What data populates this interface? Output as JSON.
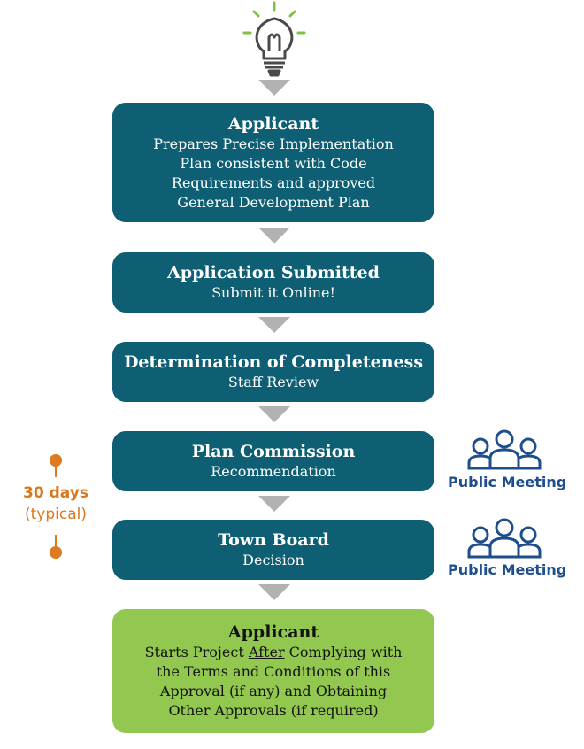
{
  "steps": [
    {
      "title": "Applicant",
      "lines": [
        "Prepares Precise Implementation",
        "Plan consistent with Code",
        "Requirements and approved",
        "General Development Plan"
      ]
    },
    {
      "title": "Application Submitted",
      "lines": [
        "Submit it Online!"
      ]
    },
    {
      "title": "Determination of Completeness",
      "lines": [
        "Staff Review"
      ]
    },
    {
      "title": "Plan Commission",
      "lines": [
        "Recommendation"
      ]
    },
    {
      "title": "Town Board",
      "lines": [
        "Decision"
      ]
    },
    {
      "title": "Applicant",
      "line1_pre": "Starts Project ",
      "line1_underline": "After",
      "line1_post": " Complying with",
      "lines": [
        "the Terms and Conditions of this",
        "Approval (if any) and Obtaining",
        "Other Approvals (if required)"
      ]
    }
  ],
  "public_meeting_label": "Public Meeting",
  "timeline": {
    "days": "30 days",
    "note": "(typical)"
  },
  "colors": {
    "teal": "#0e5f73",
    "green": "#92c84f",
    "arrow": "#b2b2b2",
    "orange": "#e07a1f",
    "blue": "#1f4e8c",
    "bulb_rays": "#7dc242"
  }
}
